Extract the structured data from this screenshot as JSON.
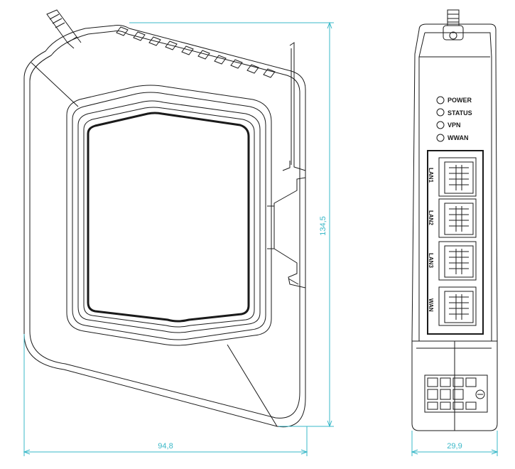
{
  "dimensions": {
    "side_height": "134,5",
    "side_width": "94,8",
    "front_width": "29,9",
    "color": "#3ab8c8"
  },
  "leds": [
    {
      "label": "POWER"
    },
    {
      "label": "STATUS"
    },
    {
      "label": "VPN"
    },
    {
      "label": "WWAN"
    }
  ],
  "ports": [
    {
      "label": "LAN1"
    },
    {
      "label": "LAN2"
    },
    {
      "label": "LAN3"
    },
    {
      "label": "WAN"
    }
  ],
  "line_color": "#1a1a1a"
}
